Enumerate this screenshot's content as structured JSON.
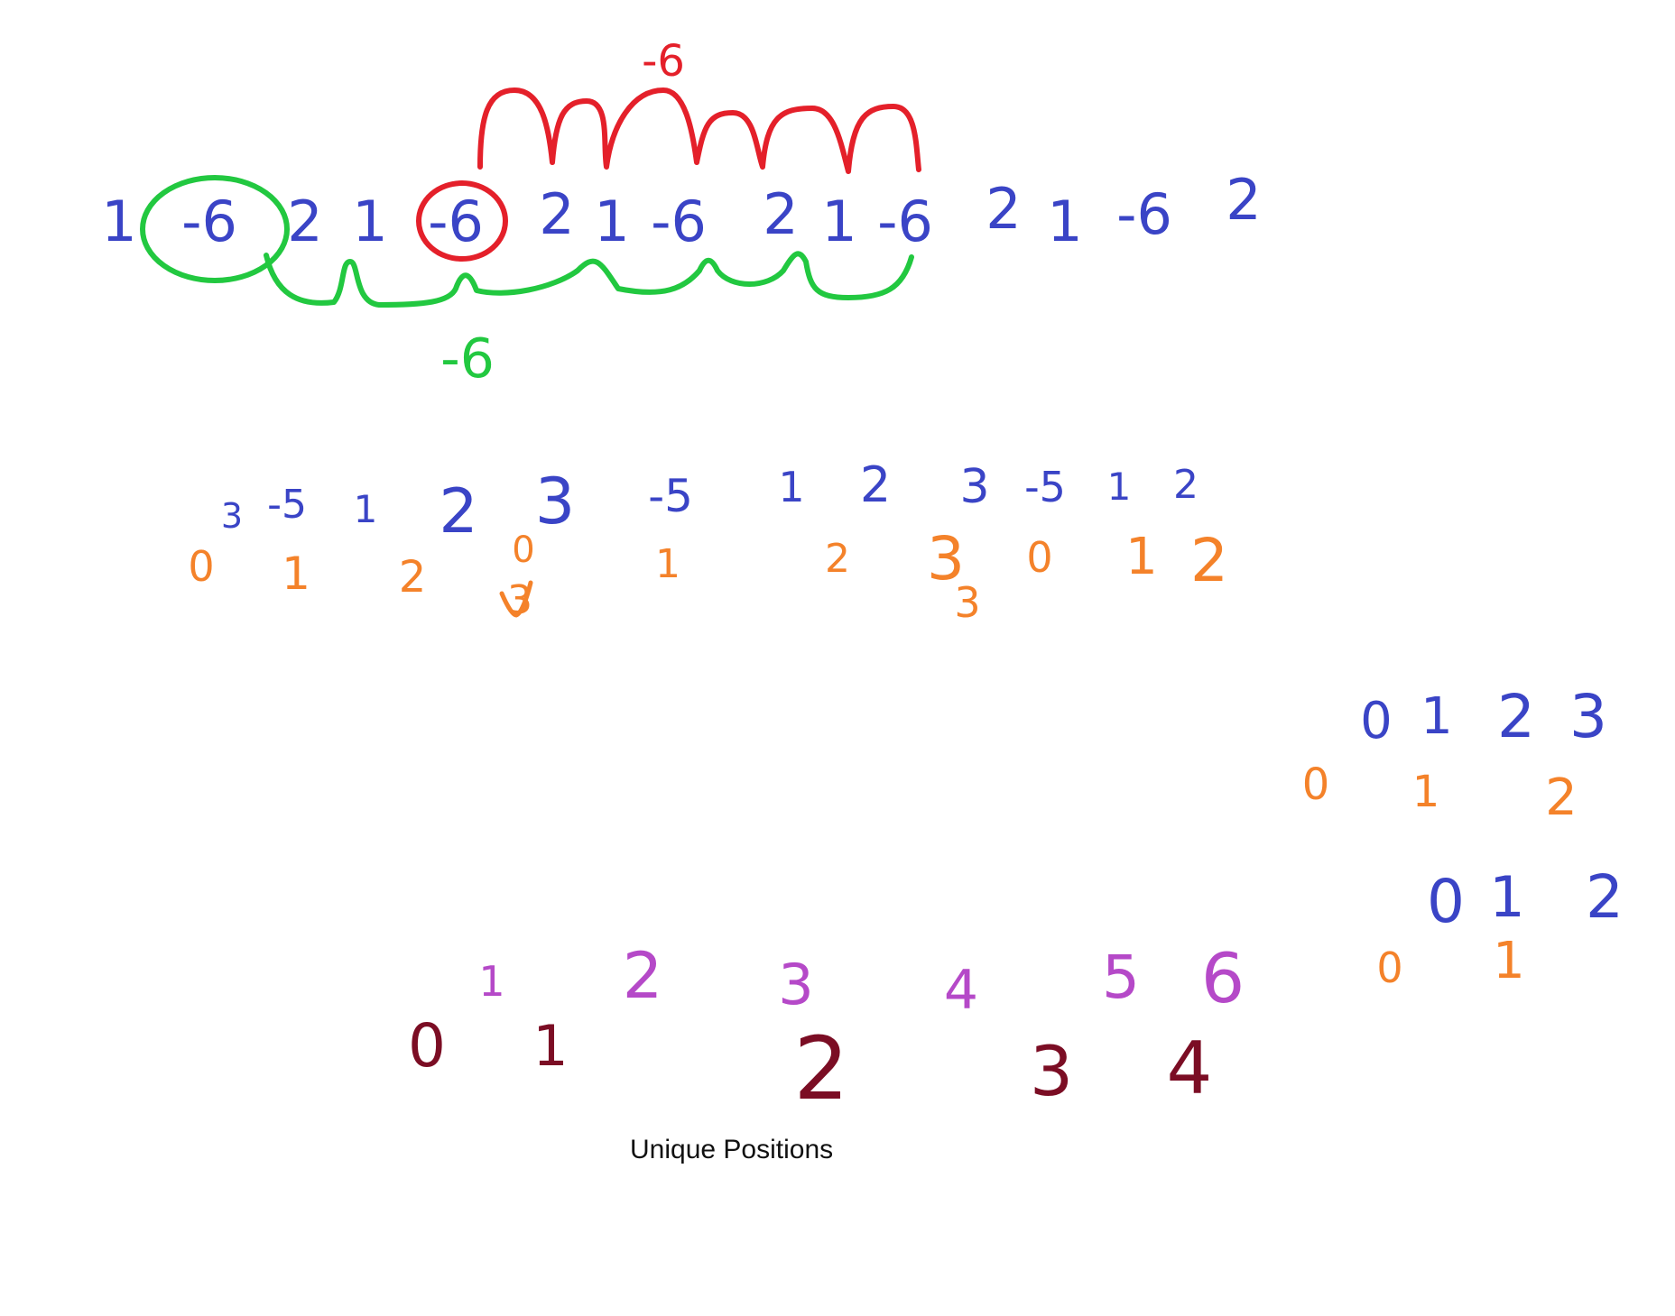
{
  "colors": {
    "blue": "#3a44c6",
    "red": "#e4202a",
    "green": "#22c840",
    "orange": "#f4822a",
    "purple": "#b549c8",
    "maroon": "#7b0d24",
    "caption": "#111111"
  },
  "row1": {
    "tokens": [
      "1",
      "-6",
      "2",
      "1",
      "-6",
      "2",
      "1",
      "-6",
      "2",
      "1",
      "-6",
      "2",
      "1",
      "-6",
      "2"
    ],
    "red_label": "-6",
    "green_label": "-6"
  },
  "row2": {
    "blue_tokens": [
      "3",
      "-5",
      "1",
      "2",
      "3",
      "-5",
      "1",
      "2",
      "3",
      "-5",
      "1",
      "2"
    ],
    "orange_tokens": [
      "0",
      "1",
      "2",
      "0",
      "3",
      "1",
      "2",
      "3",
      "0",
      "1",
      "2",
      "3"
    ]
  },
  "block_a": {
    "blue_tokens": [
      "0",
      "1",
      "2",
      "3"
    ],
    "orange_tokens": [
      "0",
      "1",
      "2"
    ]
  },
  "block_b": {
    "blue_tokens": [
      "0",
      "1",
      "2"
    ],
    "orange_tokens": [
      "0",
      "1"
    ]
  },
  "row3": {
    "purple_tokens": [
      "1",
      "2",
      "3",
      "4",
      "5",
      "6"
    ],
    "maroon_tokens": [
      "0",
      "1",
      "2",
      "3",
      "4"
    ]
  },
  "caption": "Unique Positions"
}
